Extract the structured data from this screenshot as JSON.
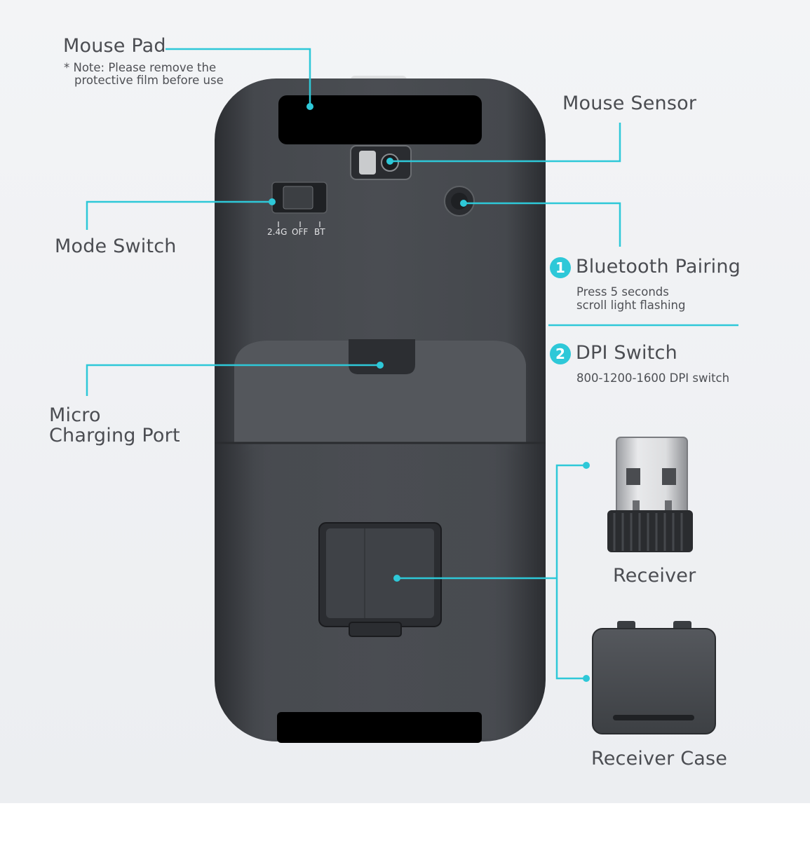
{
  "labels": {
    "mouse_pad": {
      "title": "Mouse Pad",
      "note_line1": "* Note: Please remove the",
      "note_line2": "protective film before use"
    },
    "mouse_sensor": {
      "title": "Mouse Sensor"
    },
    "mode_switch": {
      "title": "Mode Switch",
      "positions": [
        "2.4G",
        "OFF",
        "BT"
      ]
    },
    "bluetooth_pairing": {
      "number": "1",
      "title": "Bluetooth Pairing",
      "line1": "Press 5 seconds",
      "line2": "scroll light flashing"
    },
    "dpi_switch": {
      "number": "2",
      "title": "DPI Switch",
      "line1": "800-1200-1600 DPI switch"
    },
    "charging_port": {
      "line1": "Micro",
      "line2": "Charging Port"
    },
    "receiver": {
      "title": "Receiver"
    },
    "receiver_case": {
      "title": "Receiver Case"
    }
  },
  "colors": {
    "accent": "#2ec8d8",
    "mouse_body": "#3e4146",
    "text": "#4b4d52"
  }
}
